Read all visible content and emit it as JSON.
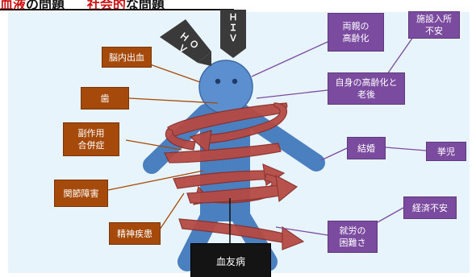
{
  "header": {
    "part1": "血液",
    "part2": "の問題",
    "part3": "     ",
    "part4": "社会的",
    "part5": "な問題"
  },
  "banners": {
    "hov": "ＨＯＶ",
    "hiv": "Ｈ\nＩ\nＶ"
  },
  "left_labels": {
    "brain_bleed": "脳内出血",
    "teeth": "歯",
    "side_effects": "副作用\n合併症",
    "joint": "関節障害",
    "mental": "精神疾患"
  },
  "right_labels": {
    "parents_aging": "両親の\n高齢化",
    "facility": "施設入所\n不安",
    "self_aging": "自身の高齢化と\n老後",
    "marriage": "結婚",
    "childbirth": "挙児",
    "economic": "経済不安",
    "employment": "就労の\n困難さ"
  },
  "bottom_label": "血友病",
  "colors": {
    "figure": "#4a7fc0",
    "head": "#5b8fd0",
    "spiral": "#b54a44",
    "brown": "#a54a0a",
    "purple": "#7b4ba0",
    "panel": "#e8f4fb"
  }
}
